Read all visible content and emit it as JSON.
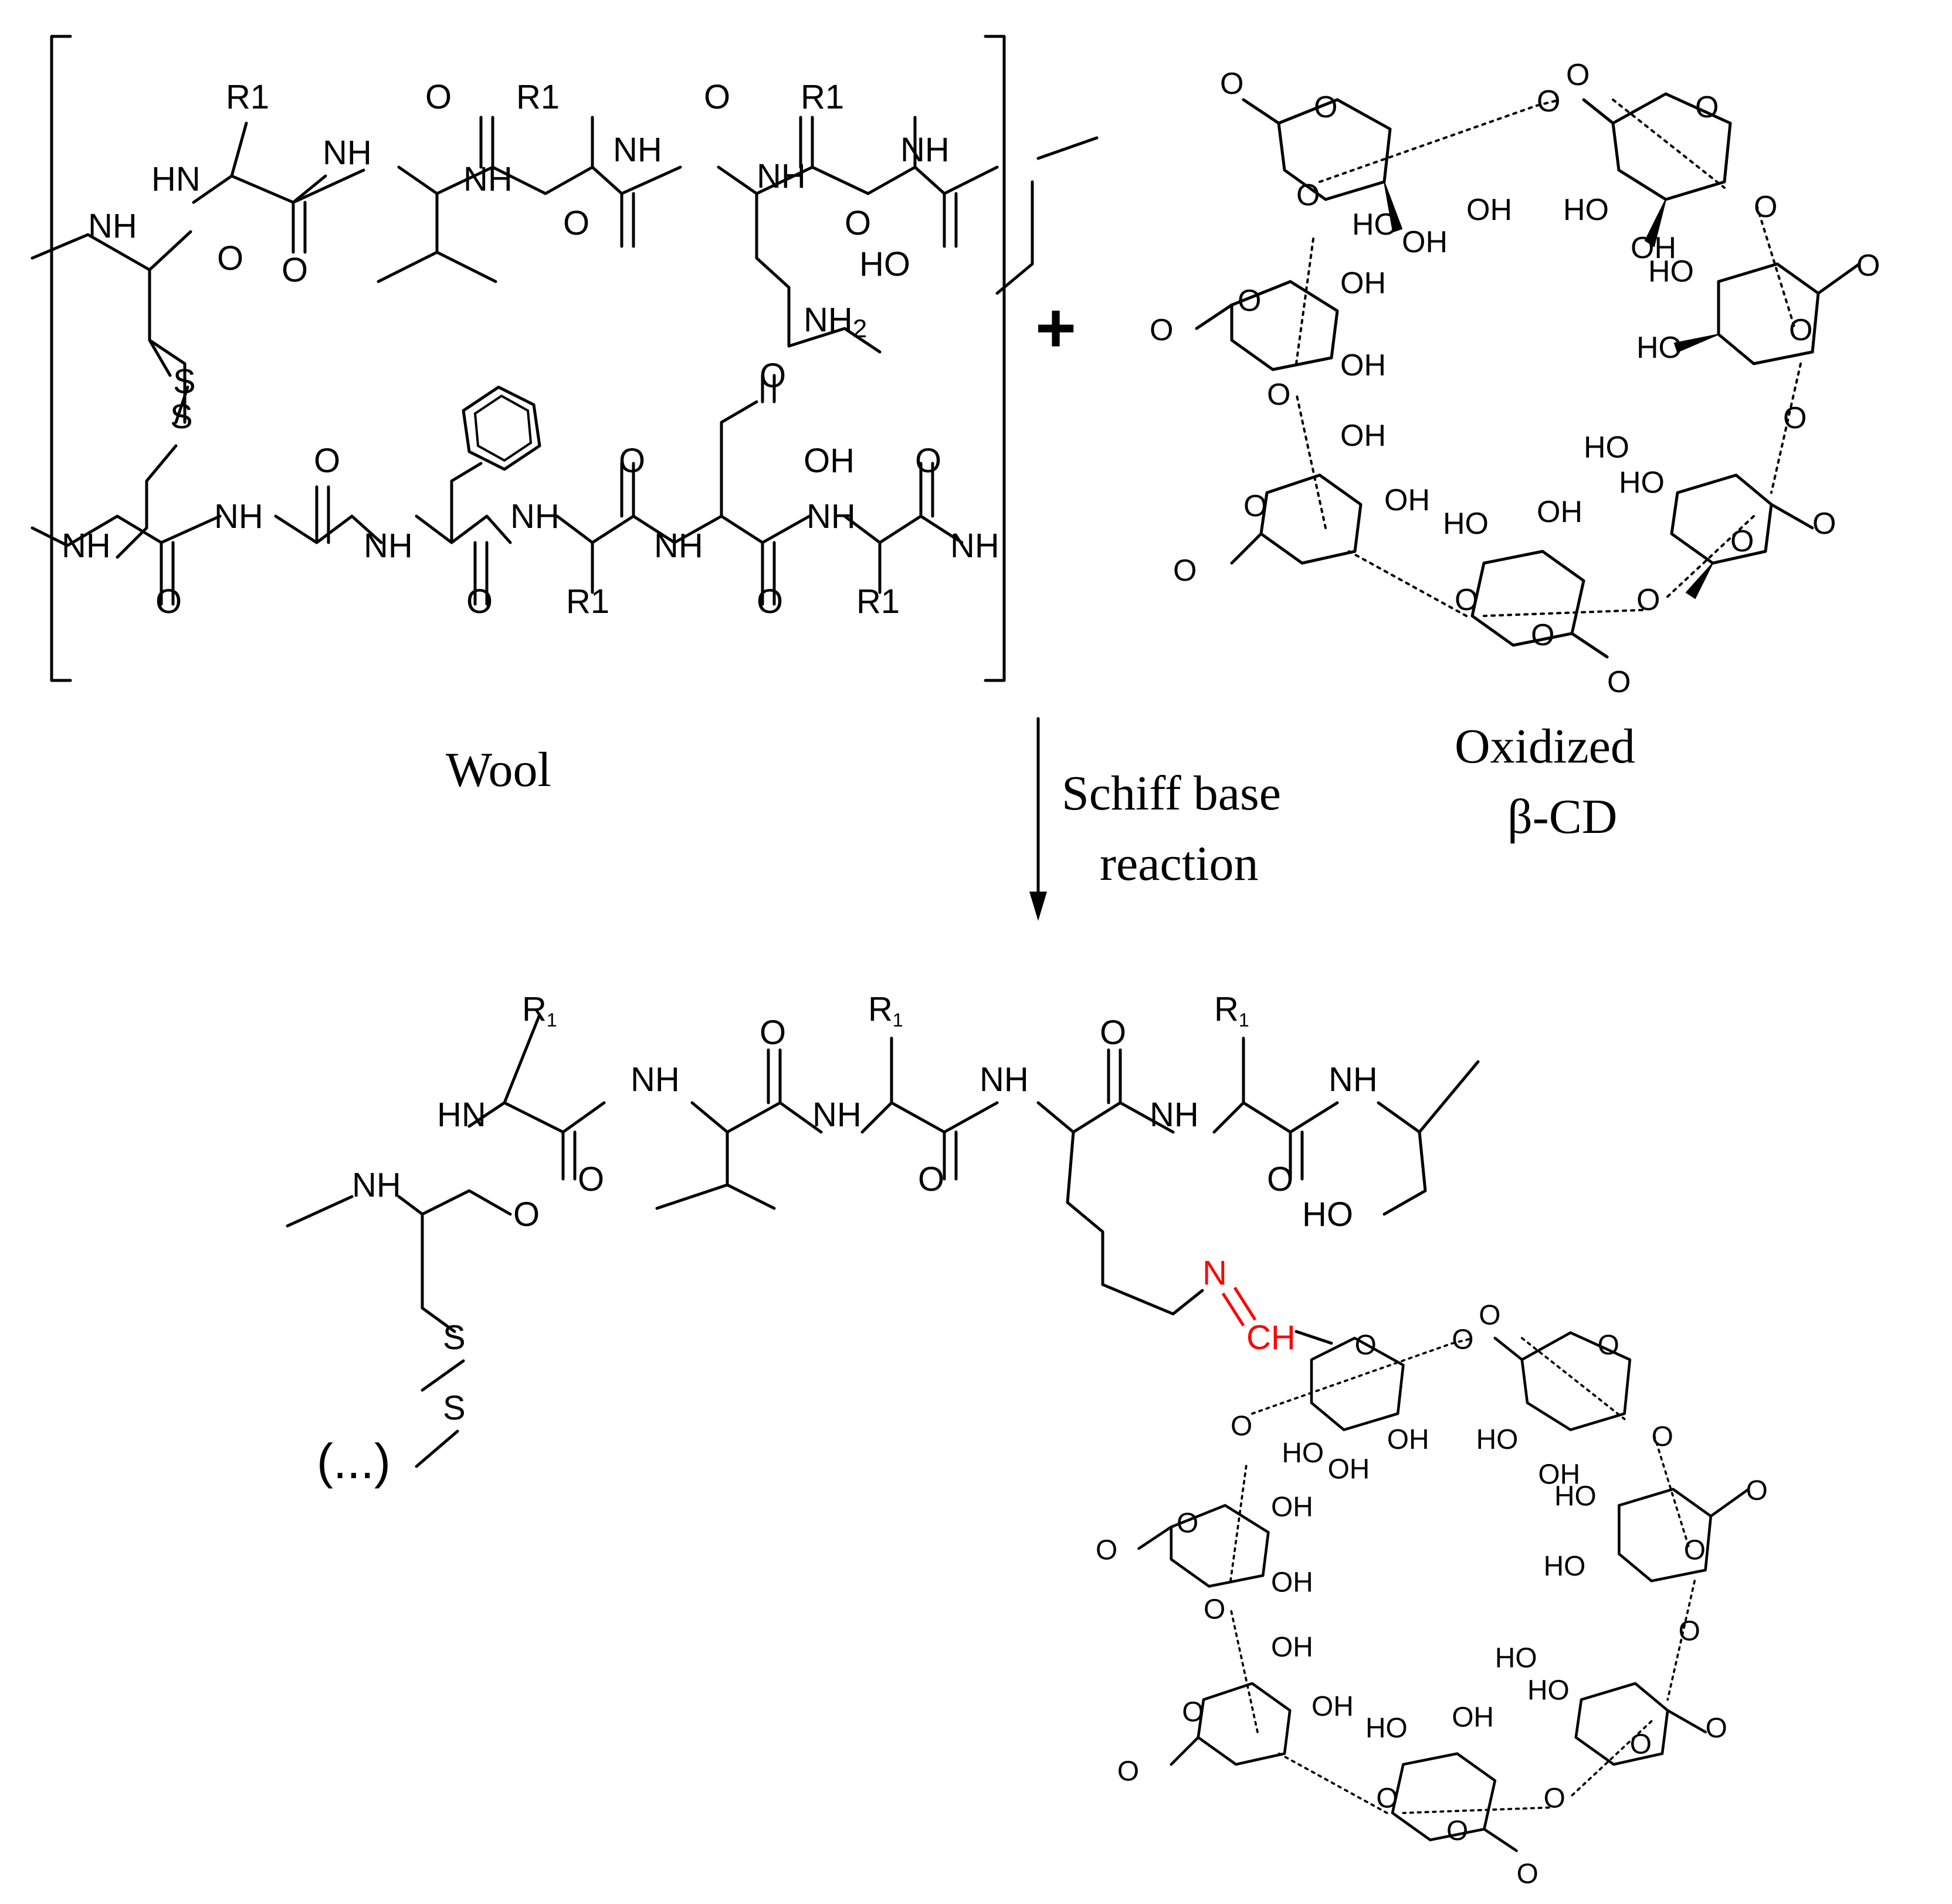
{
  "wool": {
    "caption": "Wool",
    "labels": {
      "r1": "R1",
      "hn": "HN",
      "nh": "NH",
      "o": "O",
      "ho": "HO",
      "nh2": "NH2",
      "s": "S",
      "oh": "OH"
    }
  },
  "plus": "+",
  "oxidized_cd": {
    "caption_line1": "Oxidized",
    "caption_line2": "β-CD",
    "labels": {
      "o": "O",
      "oh": "OH",
      "ho": "HO"
    }
  },
  "arrow": {
    "line1": "Schiff base",
    "line2": "reaction"
  },
  "product": {
    "r": "R",
    "r_sub": "1",
    "ellipsis": "(...)",
    "imine_n": "N",
    "imine_ch": "CH",
    "accent_color": "#ff0000"
  }
}
